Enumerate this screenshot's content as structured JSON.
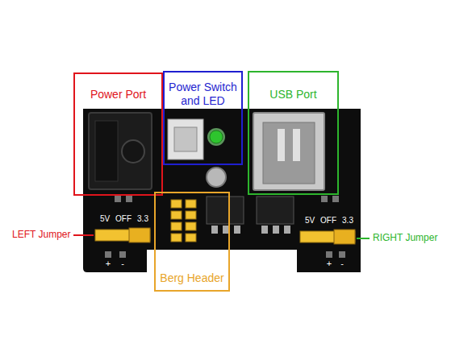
{
  "diagram": {
    "nodes": [
      {
        "text": [
          "Power Port"
        ]
      },
      {
        "text": [
          "Power Switch and LED"
        ]
      },
      {
        "text": [
          "USB Port"
        ]
      },
      {
        "text": [
          "Berg Header"
        ]
      }
    ],
    "labels": [
      "LEFT Jumper",
      "RIGHT Jumper",
      "5V",
      "OFF",
      "3.3",
      "5V",
      "OFF",
      "3.3",
      "+",
      "-",
      "+",
      "-"
    ]
  }
}
